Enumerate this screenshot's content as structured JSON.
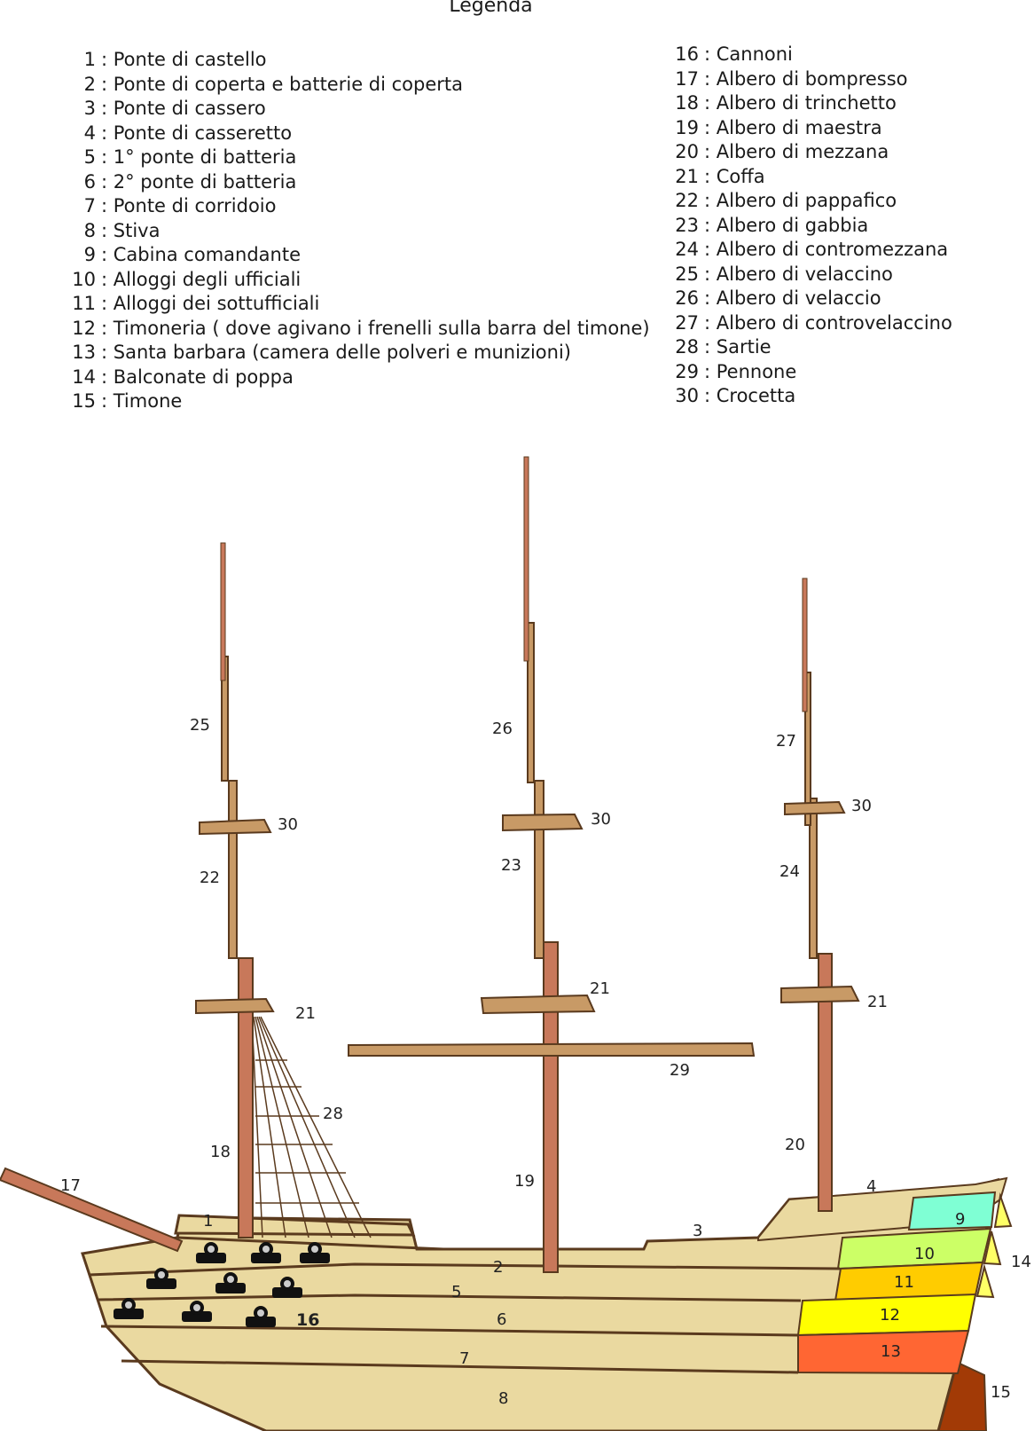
{
  "title": "Legenda",
  "legend_left": [
    {
      "num": "1",
      "text": ": Ponte di castello"
    },
    {
      "num": "2",
      "text": ": Ponte di coperta e  batterie di coperta"
    },
    {
      "num": "3",
      "text": ": Ponte di cassero"
    },
    {
      "num": "4",
      "text": ": Ponte di casseretto"
    },
    {
      "num": "5",
      "text": ": 1° ponte di batteria"
    },
    {
      "num": "6",
      "text": ": 2° ponte di batteria"
    },
    {
      "num": "7",
      "text": ": Ponte di corridoio"
    },
    {
      "num": "8",
      "text": ": Stiva"
    },
    {
      "num": "9",
      "text": ": Cabina comandante"
    },
    {
      "num": "10",
      "text": ": Alloggi degli ufficiali"
    },
    {
      "num": "11",
      "text": ": Alloggi dei sottufficiali"
    },
    {
      "num": "12",
      "text": ": Timoneria ( dove agivano i  frenelli  sulla  barra del timone)"
    },
    {
      "num": "13",
      "text": ":  Santa barbara (camera delle polveri e munizioni)"
    },
    {
      "num": "14",
      "text": ": Balconate di poppa"
    },
    {
      "num": "15",
      "text": ": Timone"
    }
  ],
  "legend_right": [
    {
      "num": "16",
      "text": ": Cannoni"
    },
    {
      "num": "17",
      "text": ": Albero di bompresso"
    },
    {
      "num": "18",
      "text": ": Albero di trinchetto"
    },
    {
      "num": "19",
      "text": ": Albero di maestra"
    },
    {
      "num": "20",
      "text": ": Albero di mezzana"
    },
    {
      "num": "21",
      "text": ": Coffa"
    },
    {
      "num": "22",
      "text": ": Albero di pappafico"
    },
    {
      "num": "23",
      "text": ": Albero di gabbia"
    },
    {
      "num": "24",
      "text": ": Albero di contromezzana"
    },
    {
      "num": "25",
      "text": ": Albero di velaccino"
    },
    {
      "num": "26",
      "text": ": Albero di velaccio"
    },
    {
      "num": "27",
      "text": ": Albero di controvelaccino"
    },
    {
      "num": "28",
      "text": ": Sartie"
    },
    {
      "num": "29",
      "text": ": Pennone"
    },
    {
      "num": "30",
      "text": ": Crocetta"
    }
  ],
  "diagram_labels": {
    "n1": "1",
    "n2": "2",
    "n3": "3",
    "n4": "4",
    "n5": "5",
    "n6": "6",
    "n7": "7",
    "n8": "8",
    "n9": "9",
    "n10": "10",
    "n11": "11",
    "n12": "12",
    "n13": "13",
    "n14": "14",
    "n15": "15",
    "n16": "16",
    "n17": "17",
    "n18": "18",
    "n19": "19",
    "n20": "20",
    "n21a": "21",
    "n21b": "21",
    "n21c": "21",
    "n22": "22",
    "n23": "23",
    "n24": "24",
    "n25": "25",
    "n26": "26",
    "n27": "27",
    "n28": "28",
    "n29": "29",
    "n30a": "30",
    "n30b": "30",
    "n30c": "30"
  },
  "colors": {
    "hull": "#ead9a0",
    "outline": "#5a3a1e",
    "mast": "#c8785a",
    "spar": "#c89a66",
    "cabin9": "#7fffd4",
    "cabin10": "#ccff66",
    "cabin11": "#ffcc00",
    "cabin12": "#ffff00",
    "cabin13": "#ff6633",
    "rudder": "#a23a06",
    "balcony": "#ffff66",
    "cannon": "#111111"
  }
}
